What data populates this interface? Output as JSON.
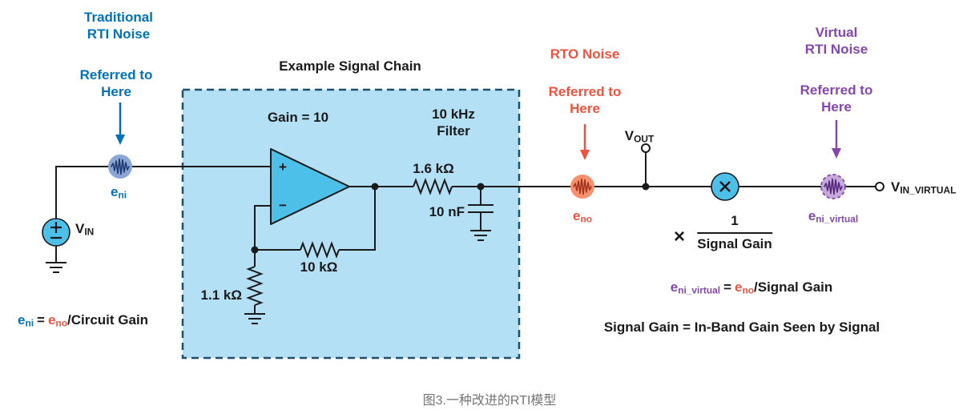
{
  "colors": {
    "blue": "#0072bc",
    "orange": "#ee5340",
    "purple": "#8347ad",
    "ink": "#1a1a1a",
    "box_fill": "#b3e0f4",
    "box_border": "#1d4f6e",
    "cyan_fill": "#4cc0e8",
    "eni_fill": "#8aa6d6",
    "eni_squiggle": "#1f3a71",
    "eno_fill": "#f6906e",
    "eno_squiggle": "#a5331b",
    "virtual_fill": "#c6a9db",
    "virtual_squiggle": "#55277d",
    "caption_gray": "#757575"
  },
  "annotations": {
    "traditional": {
      "title_line1": "Traditional",
      "title_line2": "RTI Noise",
      "referred_line1": "Referred to",
      "referred_line2": "Here"
    },
    "rto": {
      "title": "RTO Noise",
      "referred_line1": "Referred to",
      "referred_line2": "Here"
    },
    "virtual": {
      "title_line1": "Virtual",
      "title_line2": "RTI Noise",
      "referred_line1": "Referred to",
      "referred_line2": "Here"
    }
  },
  "signal_chain": {
    "title": "Example Signal Chain",
    "gain_label": "Gain = 10",
    "filter_line1": "10 kHz",
    "filter_line2": "Filter",
    "series_resistor": "1.6 kΩ",
    "filter_cap": "10 nF",
    "feedback_resistor": "10 kΩ",
    "gain_resistor": "1.1 kΩ",
    "opamp_plus": "+",
    "opamp_minus": "−"
  },
  "nodes": {
    "vin": {
      "base": "V",
      "sub": "IN"
    },
    "vout": {
      "base": "V",
      "sub": "OUT"
    },
    "vin_virtual": {
      "base": "V",
      "sub": "IN_VIRTUAL"
    },
    "eni": {
      "base": "e",
      "sub": "ni"
    },
    "eno": {
      "base": "e",
      "sub": "no"
    },
    "eni_virtual": {
      "base": "e",
      "sub": "ni_virtual"
    }
  },
  "multiplier": {
    "times": "×",
    "numerator": "1",
    "denominator": "Signal Gain"
  },
  "equations": {
    "rti": {
      "lhs_base": "e",
      "lhs_sub": "ni",
      "equals": "=",
      "rhs_base": "e",
      "rhs_sub": "no",
      "tail": "/Circuit Gain"
    },
    "virtual": {
      "lhs_base": "e",
      "lhs_sub": "ni_virtual",
      "equals": "=",
      "rhs_base": "e",
      "rhs_sub": "no",
      "tail": "/Signal Gain"
    },
    "signal_gain": "Signal Gain = In-Band Gain Seen by Signal"
  },
  "caption": "图3.一种改进的RTI模型"
}
